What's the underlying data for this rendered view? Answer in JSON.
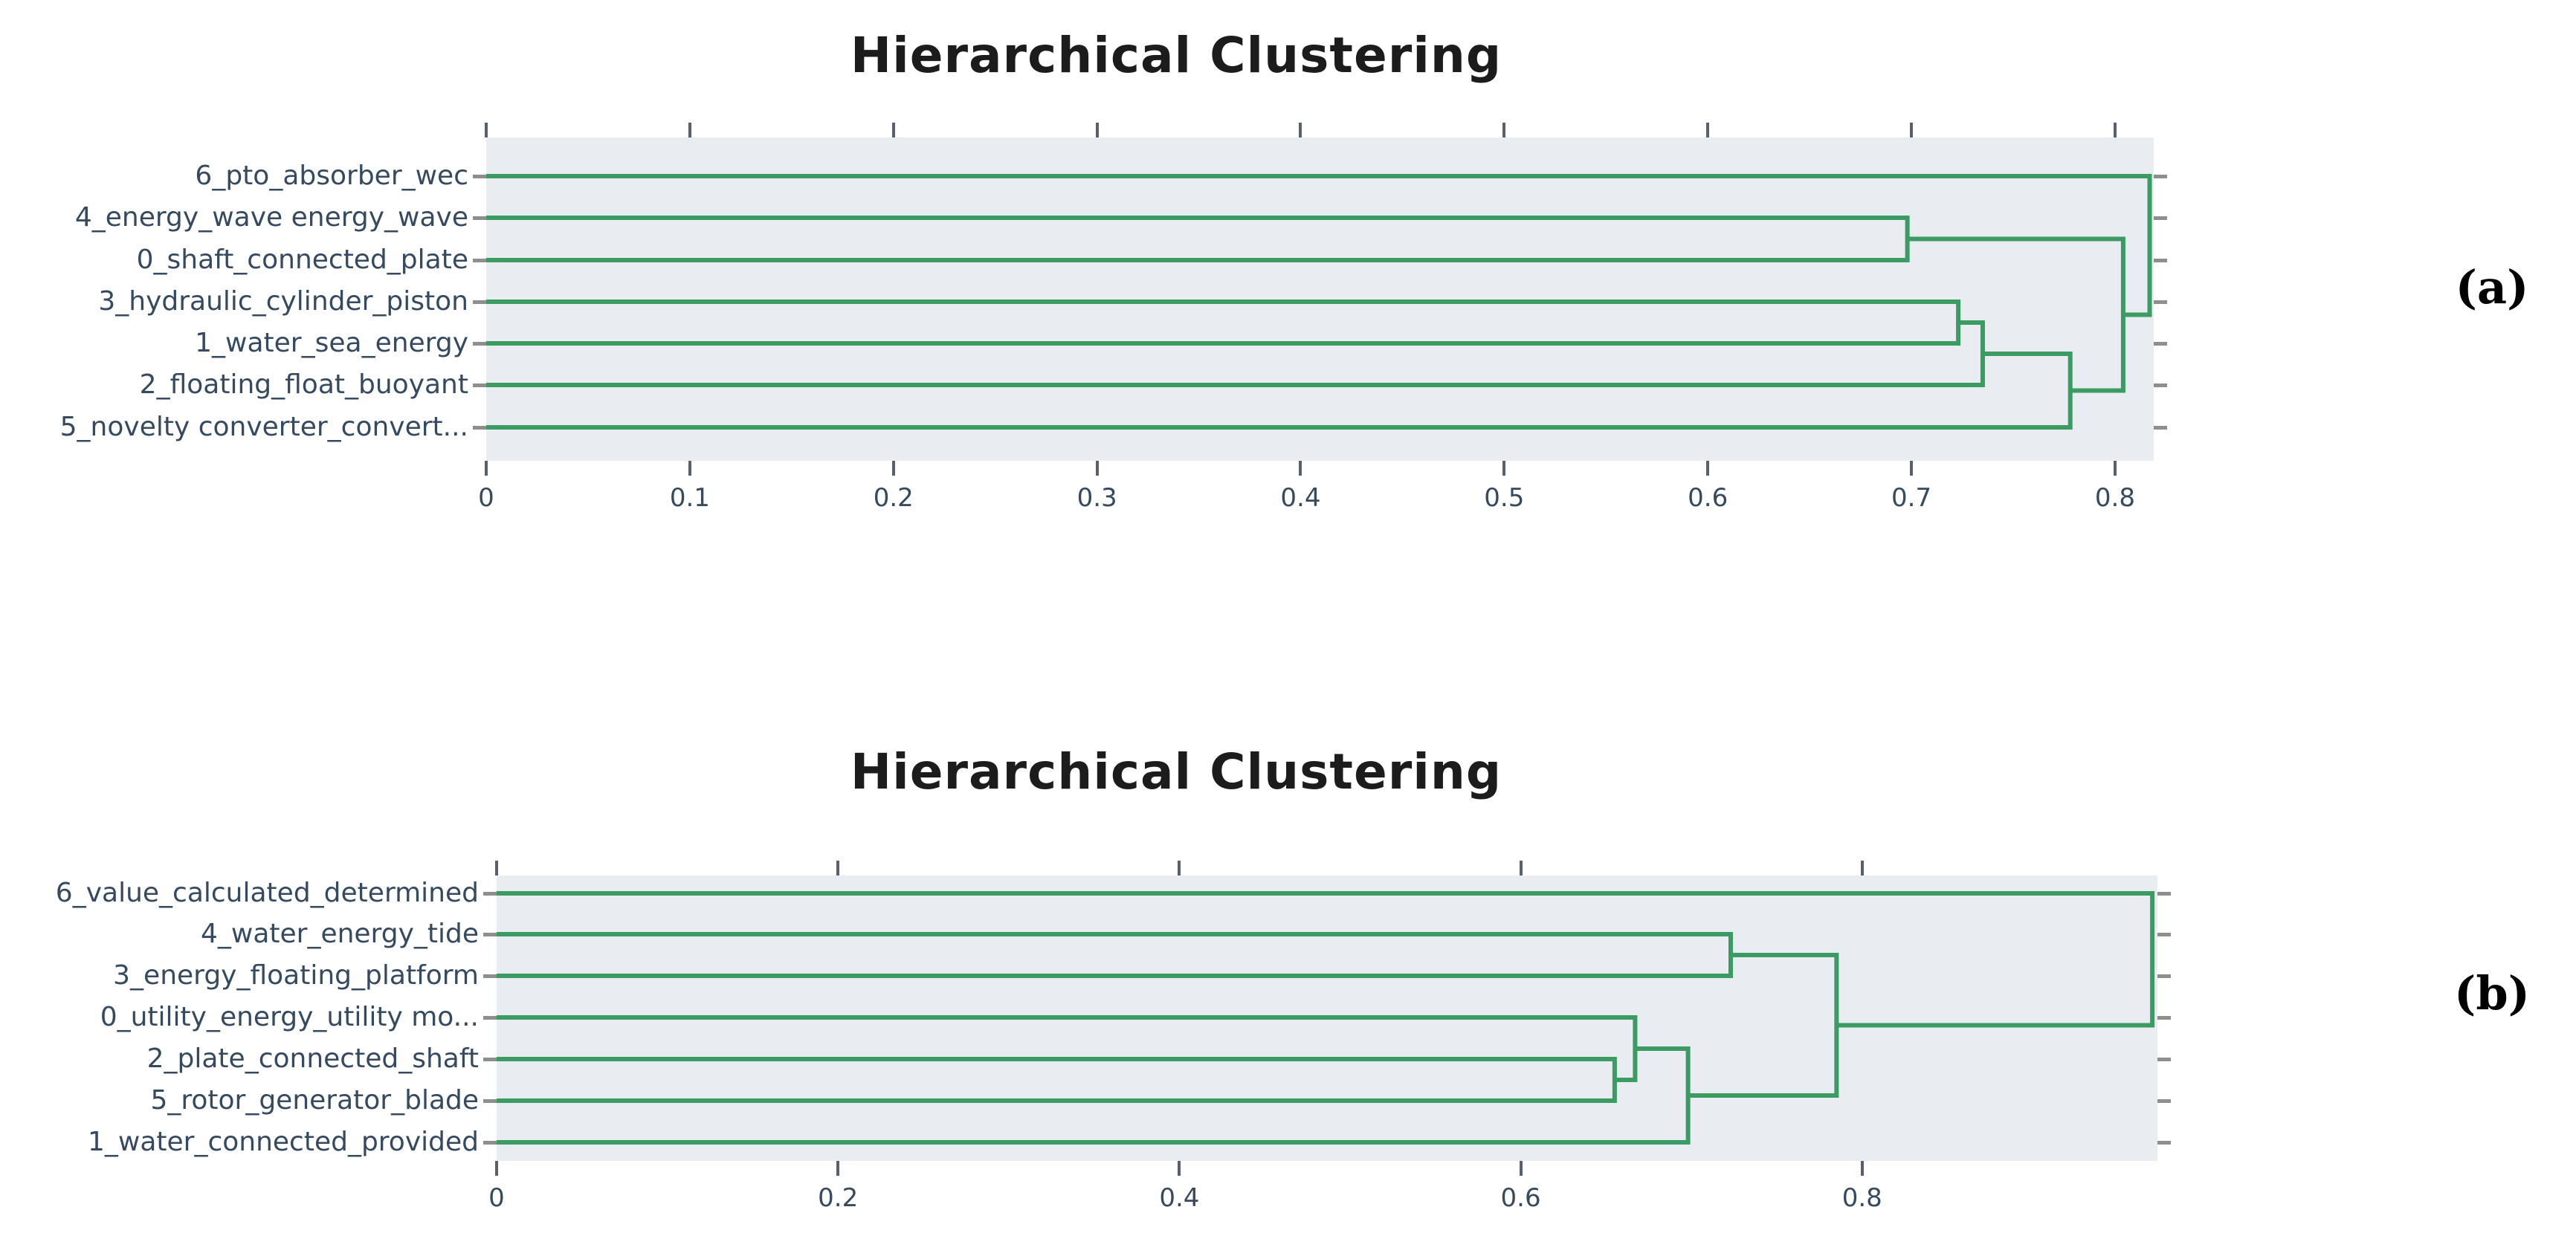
{
  "figure": {
    "background": "#ffffff",
    "description_title": "Hierarchical Clustering dendrograms, two panels"
  },
  "chart_data": [
    {
      "type": "dendrogram",
      "orientation": "horizontal",
      "panel_label": "(a)",
      "title": "Hierarchical Clustering",
      "leaves": [
        "6_pto_absorber_wec",
        "4_energy_wave energy_wave",
        "0_shaft_connected_plate",
        "3_hydraulic_cylinder_piston",
        "1_water_sea_energy",
        "2_floating_float_buoyant",
        "5_novelty converter_convert..."
      ],
      "merges": [
        {
          "a": "L1",
          "b": "L2",
          "height": 0.698
        },
        {
          "a": "L3",
          "b": "L4",
          "height": 0.723
        },
        {
          "a": "M1",
          "b": "L5",
          "height": 0.735
        },
        {
          "a": "M2",
          "b": "L6",
          "height": 0.778
        },
        {
          "a": "M0",
          "b": "M3",
          "height": 0.804
        },
        {
          "a": "L0",
          "b": "M4",
          "height": 0.817
        }
      ],
      "xlim": [
        0,
        0.819
      ],
      "x_tick_values": [
        0,
        0.1,
        0.2,
        0.3,
        0.4,
        0.5,
        0.6,
        0.7,
        0.8
      ],
      "x_tick_labels": [
        "0",
        "0.1",
        "0.2",
        "0.3",
        "0.4",
        "0.5",
        "0.6",
        "0.7",
        "0.8"
      ],
      "grid": false,
      "legend": "none",
      "colors": {
        "line": "#3b9b62",
        "plot_bg": "#e9edf1",
        "label": "#354a60",
        "axis_tick": "#56606e",
        "leaf_tick": "#8e8e8e",
        "title": "#1c1c1c"
      }
    },
    {
      "type": "dendrogram",
      "orientation": "horizontal",
      "panel_label": "(b)",
      "title": "Hierarchical Clustering",
      "leaves": [
        "6_value_calculated_determined",
        "4_water_energy_tide",
        "3_energy_floating_platform",
        "0_utility_energy_utility mo...",
        "2_plate_connected_shaft",
        "5_rotor_generator_blade",
        "1_water_connected_provided"
      ],
      "merges": [
        {
          "a": "L4",
          "b": "L5",
          "height": 0.655
        },
        {
          "a": "L3",
          "b": "M0",
          "height": 0.667
        },
        {
          "a": "M1",
          "b": "L6",
          "height": 0.698
        },
        {
          "a": "L1",
          "b": "L2",
          "height": 0.723
        },
        {
          "a": "M3",
          "b": "M2",
          "height": 0.785
        },
        {
          "a": "L0",
          "b": "M4",
          "height": 0.97
        }
      ],
      "xlim": [
        0,
        0.973
      ],
      "x_tick_values": [
        0,
        0.2,
        0.4,
        0.6,
        0.8
      ],
      "x_tick_labels": [
        "0",
        "0.2",
        "0.4",
        "0.6",
        "0.8"
      ],
      "grid": false,
      "legend": "none",
      "colors": {
        "line": "#3b9b62",
        "plot_bg": "#e9edf1",
        "label": "#354a60",
        "axis_tick": "#56606e",
        "leaf_tick": "#8e8e8e",
        "title": "#1c1c1c"
      }
    }
  ]
}
